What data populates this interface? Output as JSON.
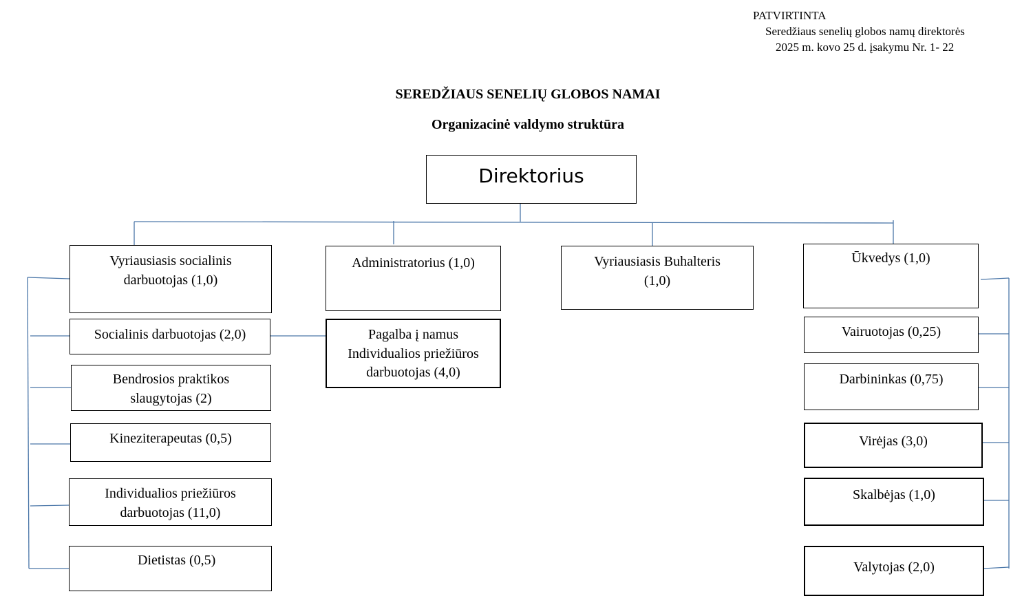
{
  "approval": {
    "line1": "PATVIRTINTA",
    "line2": "Seredžiaus senelių globos namų direktorės",
    "line3": "2025 m. kovo 25 d. įsakymu Nr. 1- 22"
  },
  "title": "SEREDŽIAUS SENELIŲ GLOBOS NAMAI",
  "subtitle": "Organizacinė valdymo struktūra",
  "director": "Direktorius",
  "heads": {
    "social": {
      "line1": "Vyriausiasis socialinis",
      "line2": "darbuotojas (1,0)"
    },
    "admin": {
      "line1": "Administratorius (1,0)"
    },
    "accountant": {
      "line1": "Vyriausiasis Buhalteris",
      "line2": "(1,0)"
    },
    "household": {
      "line1": "Ūkvedys (1,0)"
    }
  },
  "social_staff": [
    {
      "line1": "Socialinis darbuotojas  (2,0)"
    },
    {
      "line1": "Bendrosios praktikos",
      "line2": "slaugytojas (2)"
    },
    {
      "line1": "Kineziterapeutas (0,5)"
    },
    {
      "line1": "Individualios priežiūros",
      "line2": "darbuotojas (11,0)"
    },
    {
      "line1": "Dietistas (0,5)"
    }
  ],
  "home_care": {
    "line1": "Pagalba į namus",
    "line2": "Individualios priežiūros",
    "line3": "darbuotojas (4,0)"
  },
  "household_staff": [
    {
      "line1": "Vairuotojas (0,25)"
    },
    {
      "line1": "Darbininkas (0,75)"
    },
    {
      "line1": "Virėjas (3,0)"
    },
    {
      "line1": "Skalbėjas (1,0)"
    },
    {
      "line1": "Valytojas (2,0)"
    }
  ]
}
